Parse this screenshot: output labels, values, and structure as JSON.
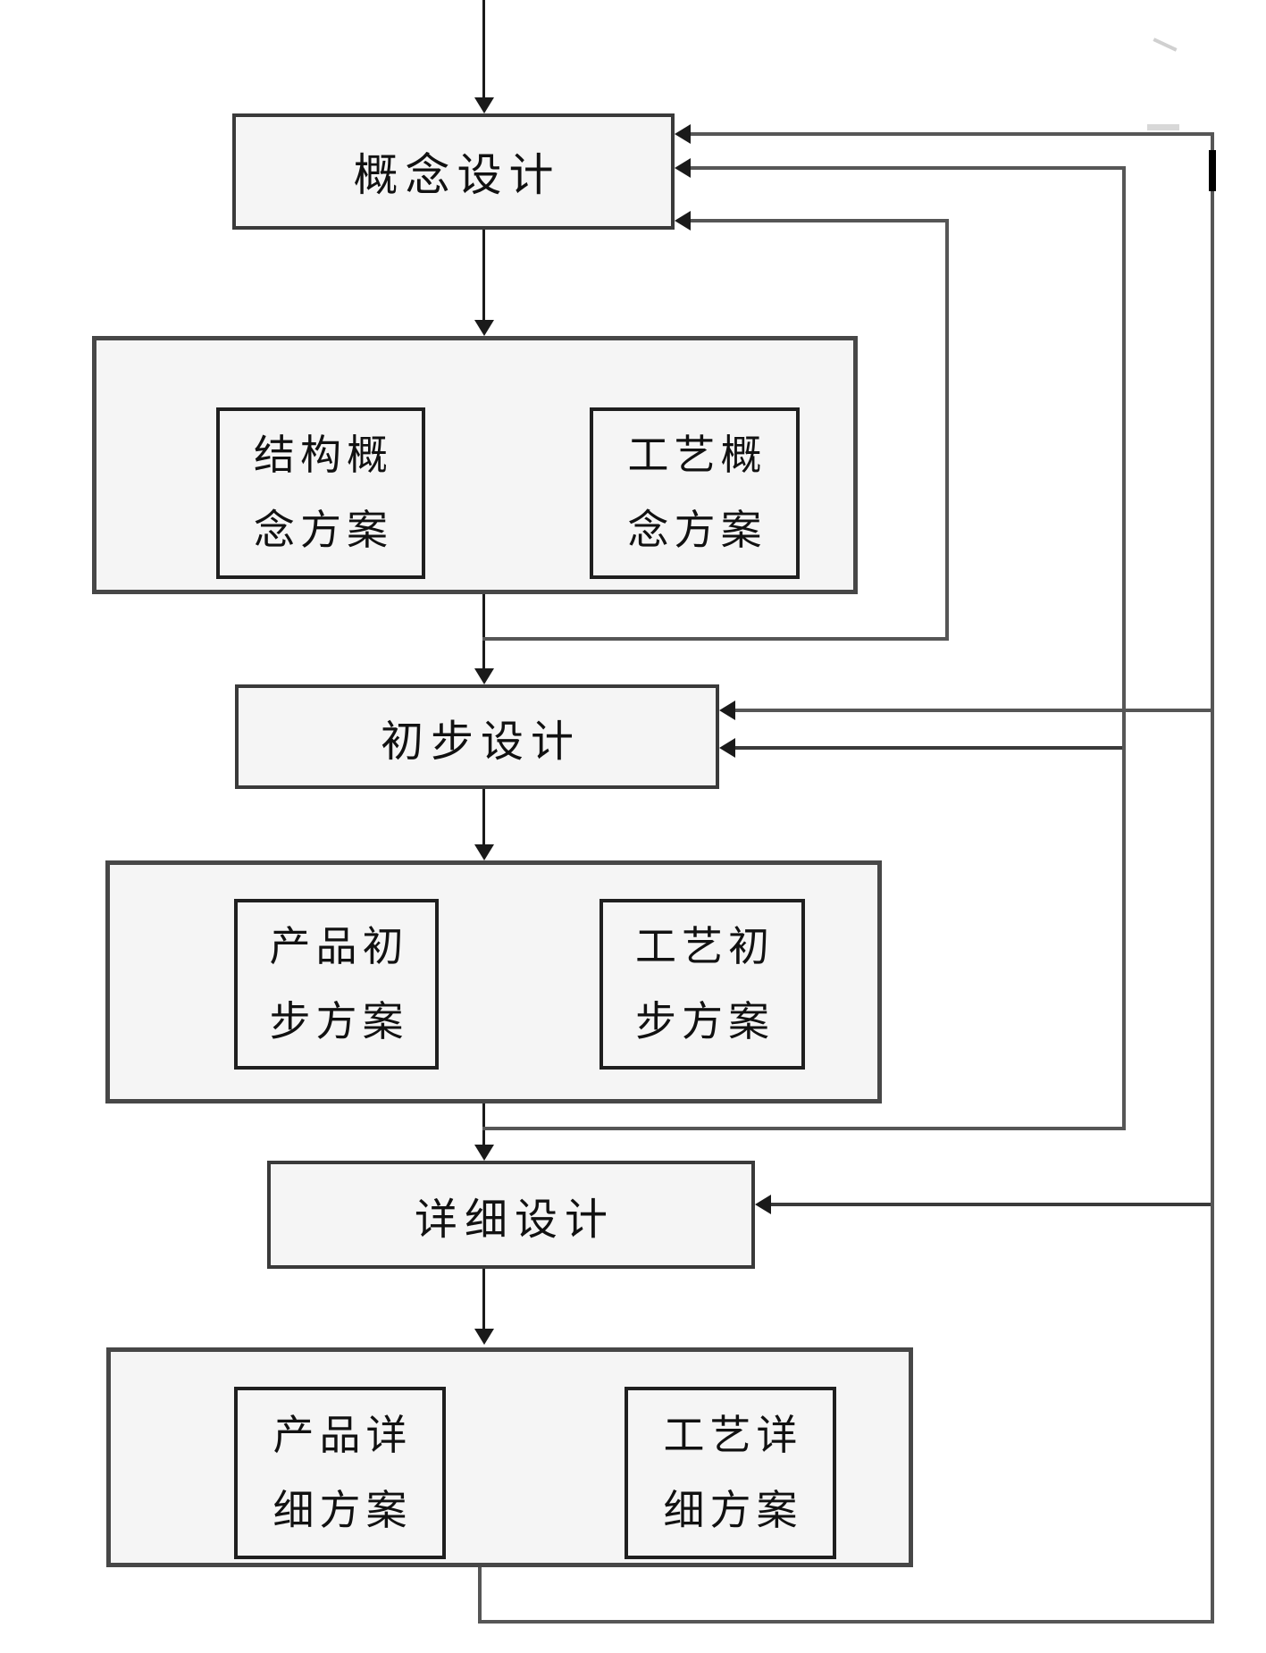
{
  "diagram": {
    "title": "product-process concurrent design flow",
    "stages": [
      {
        "id": "concept",
        "label": "概念设计"
      },
      {
        "id": "preliminary",
        "label": "初步设计"
      },
      {
        "id": "detailed",
        "label": "详细设计"
      }
    ],
    "containers": [
      {
        "id": "concept-schemes",
        "items": [
          {
            "label": "结构概念方案",
            "line1": "结构概",
            "line2": "念方案"
          },
          {
            "label": "工艺概念方案",
            "line1": "工艺概",
            "line2": "念方案"
          }
        ]
      },
      {
        "id": "preliminary-schemes",
        "items": [
          {
            "label": "产品初步方案",
            "line1": "产品初",
            "line2": "步方案"
          },
          {
            "label": "工艺初步方案",
            "line1": "工艺初",
            "line2": "步方案"
          }
        ]
      },
      {
        "id": "detailed-schemes",
        "items": [
          {
            "label": "产品详细方案",
            "line1": "产品详",
            "line2": "细方案"
          },
          {
            "label": "工艺详细方案",
            "line1": "工艺详",
            "line2": "细方案"
          }
        ]
      }
    ],
    "colors": {
      "flow_line": "#1a1a1a",
      "feedback_line": "#565656",
      "container_border": "#474747",
      "stage_border": "#3a3a3a",
      "inner_border": "#1f1f1f",
      "box_fill": "#f5f5f5",
      "text": "#111111",
      "accent_mark": "#000000"
    }
  }
}
